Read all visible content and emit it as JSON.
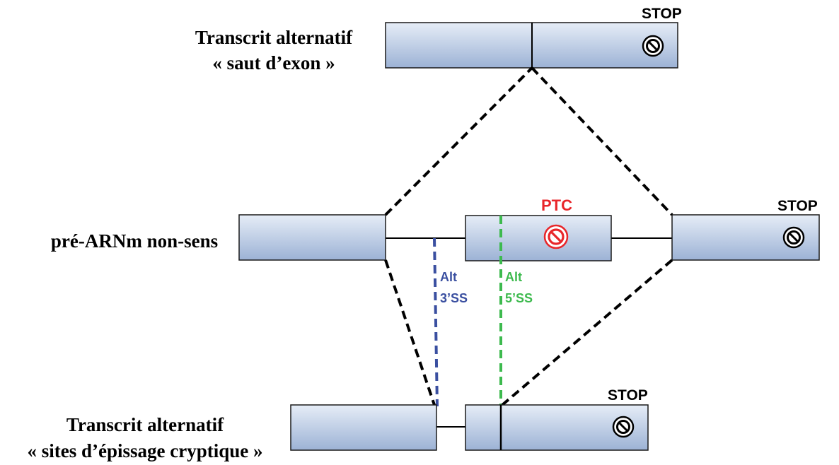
{
  "labels": {
    "top_transcript_line1": "Transcrit alternatif",
    "top_transcript_line2": "« saut d’exon »",
    "premrna": "pré-ARNm non-sens",
    "bottom_transcript_line1": "Transcrit alternatif",
    "bottom_transcript_line2": "« sites d’épissage cryptique »"
  },
  "markers": {
    "stop_top": "STOP",
    "stop_right": "STOP",
    "stop_bottom": "STOP",
    "ptc": "PTC",
    "alt3_line1": "Alt",
    "alt3_line2": "3’SS",
    "alt5_line1": "Alt",
    "alt5_line2": "5’SS"
  },
  "colors": {
    "exon_fill_light": "#dde6f3",
    "exon_fill_dark": "#9fb4d6",
    "ptc_red": "#e8262a",
    "alt3_blue": "#3a4fa0",
    "alt5_green": "#3dba4e"
  },
  "icons": {
    "stop": "no-entry-icon",
    "ptc": "no-entry-icon"
  }
}
